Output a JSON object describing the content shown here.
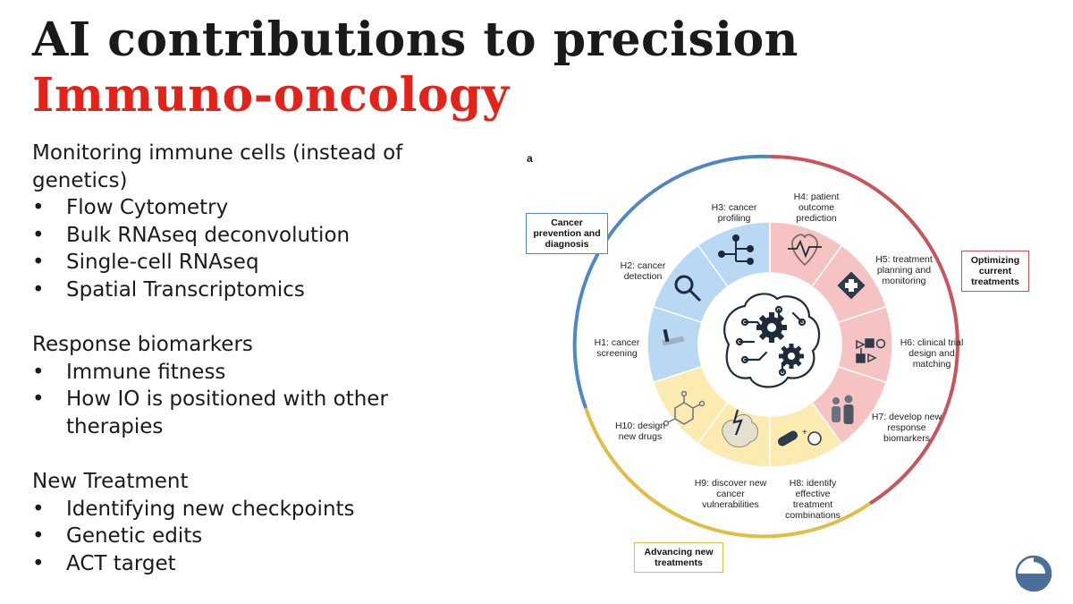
{
  "title": {
    "main": "AI contributions to precision ",
    "accent": "Immuno-oncology",
    "accent_color": "#e32219"
  },
  "sections": [
    {
      "heading": "Monitoring immune cells (instead of genetics)",
      "items": [
        "Flow Cytometry",
        "Bulk RNAseq deconvolution",
        "Single-cell RNAseq",
        "Spatial Transcriptomics"
      ]
    },
    {
      "heading": "Response biomarkers",
      "items": [
        "Immune fitness",
        "How IO is positioned with other therapies"
      ]
    },
    {
      "heading": "New Treatment",
      "items": [
        "Identifying new checkpoints",
        "Genetic edits",
        "ACT target"
      ]
    }
  ],
  "figure": {
    "label": "a",
    "hallmarks": [
      {
        "id": "H1",
        "text": "H1: cancer screening",
        "icon": "test-strip-icon"
      },
      {
        "id": "H2",
        "text": "H2: cancer detection",
        "icon": "magnifier-icon"
      },
      {
        "id": "H3",
        "text": "H3: cancer profiling",
        "icon": "tree-icon"
      },
      {
        "id": "H4",
        "text": "H4: patient outcome prediction",
        "icon": "heart-monitor-icon"
      },
      {
        "id": "H5",
        "text": "H5: treatment planning and monitoring",
        "icon": "medical-cross-icon"
      },
      {
        "id": "H6",
        "text": "H6: clinical trial design and matching",
        "icon": "shapes-icon"
      },
      {
        "id": "H7",
        "text": "H7: develop new response biomarkers",
        "icon": "people-icon"
      },
      {
        "id": "H8",
        "text": "H8: identify effective treatment combinations",
        "icon": "pills-icon"
      },
      {
        "id": "H9",
        "text": "H9: discover new cancer vulnerabilities",
        "icon": "tumor-icon"
      },
      {
        "id": "H10",
        "text": "H10: design new drugs",
        "icon": "molecule-icon"
      }
    ],
    "categories": [
      {
        "text": "Cancer prevention and diagnosis",
        "color": "#4f87c2"
      },
      {
        "text": "Optimizing current treatments",
        "color": "#c9545a"
      },
      {
        "text": "Advancing new treatments",
        "color": "#e0bd45"
      }
    ],
    "center_icon": "ai-brain-gears-icon"
  },
  "logo_icon": "partial-circle-logo-icon"
}
